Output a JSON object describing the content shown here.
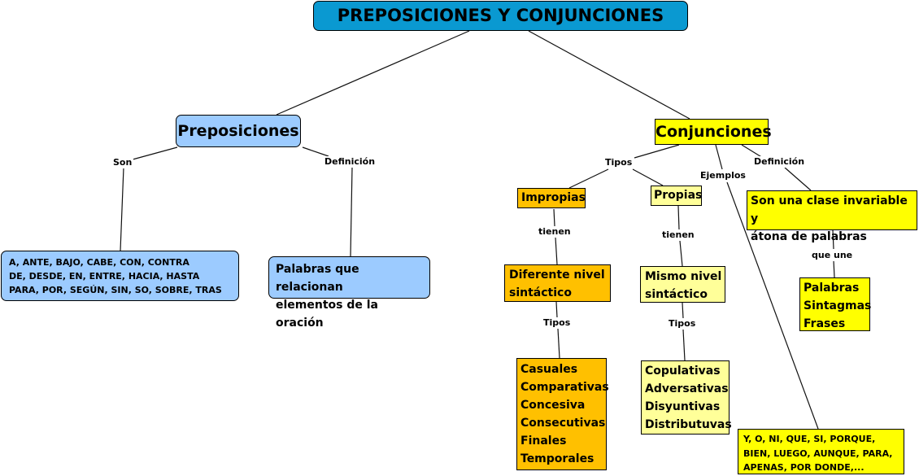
{
  "root": "PREPOSICIONES Y CONJUNCIONES",
  "preposiciones": {
    "title": "Preposiciones",
    "son_label": "Son",
    "definicion_label": "Definición",
    "list": "A, ANTE, BAJO, CABE, CON, CONTRA\nDE, DESDE, EN, ENTRE, HACIA, HASTA\nPARA, POR, SEGÚN, SIN, SO, SOBRE, TRAS",
    "definition": "Palabras que relacionan\nelementos de la oración"
  },
  "conjunciones": {
    "title": "Conjunciones",
    "tipos_label": "Tipos",
    "ejemplos_label": "Ejemplos",
    "definicion_label": "Definición",
    "impropias": {
      "title": "Impropias",
      "tienen_label": "tienen",
      "nivel": "Diferente nivel\nsintáctico",
      "tipos_label": "Tipos",
      "tipos": "Casuales\nComparativas\nConcesiva\nConsecutivas\nFinales\nTemporales"
    },
    "propias": {
      "title": "Propias",
      "tienen_label": "tienen",
      "nivel": "Mismo nivel\nsintáctico",
      "tipos_label": "Tipos",
      "tipos": "Copulativas\nAdversativas\nDisyuntivas\nDistributuvas"
    },
    "definition": "Son una clase invariable y\nátona de palabras",
    "que_une_label": "que une",
    "une_list": "Palabras\nSintagmas\nFrases",
    "ejemplos": "Y, O, NI, QUE, SI, PORQUE,\nBIEN, LUEGO, AUNQUE, PARA,\nAPENAS, POR DONDE,..."
  },
  "colors": {
    "root": "#0a99d1",
    "preposiciones": "#9ccbff",
    "conjunciones": "#ffff00",
    "impropias": "#ffc000",
    "propias": "#ffff99"
  }
}
